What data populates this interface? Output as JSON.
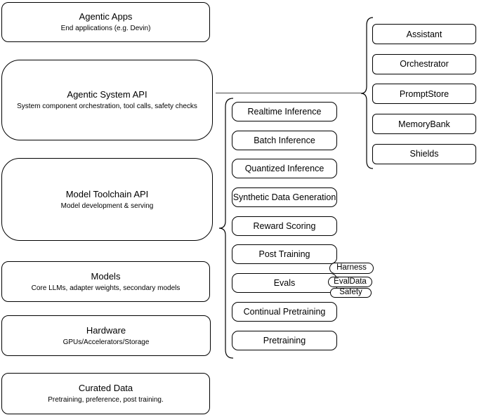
{
  "stack": [
    {
      "title": "Agentic Apps",
      "subtitle": "End applications (e.g. Devin)"
    },
    {
      "title": "Agentic System API",
      "subtitle": "System component orchestration, tool calls, safety checks"
    },
    {
      "title": "Model Toolchain API",
      "subtitle": "Model development & serving"
    },
    {
      "title": "Models",
      "subtitle": "Core LLMs, adapter weights, secondary models"
    },
    {
      "title": "Hardware",
      "subtitle": "GPUs/Accelerators/Storage"
    },
    {
      "title": "Curated Data",
      "subtitle": "Pretraining, preference, post training."
    }
  ],
  "toolchain_items": [
    "Realtime Inference",
    "Batch Inference",
    "Quantized Inference",
    "Synthetic Data Generation",
    "Reward Scoring",
    "Post Training",
    "Evals",
    "Continual Pretraining",
    "Pretraining"
  ],
  "eval_tags": [
    "Harness",
    "EvalData",
    "Safety"
  ],
  "system_components": [
    "Assistant",
    "Orchestrator",
    "PromptStore",
    "MemoryBank",
    "Shields"
  ],
  "colors": {
    "background": "#ffffff",
    "node_border": "#000000",
    "connector_line": "#666666"
  }
}
